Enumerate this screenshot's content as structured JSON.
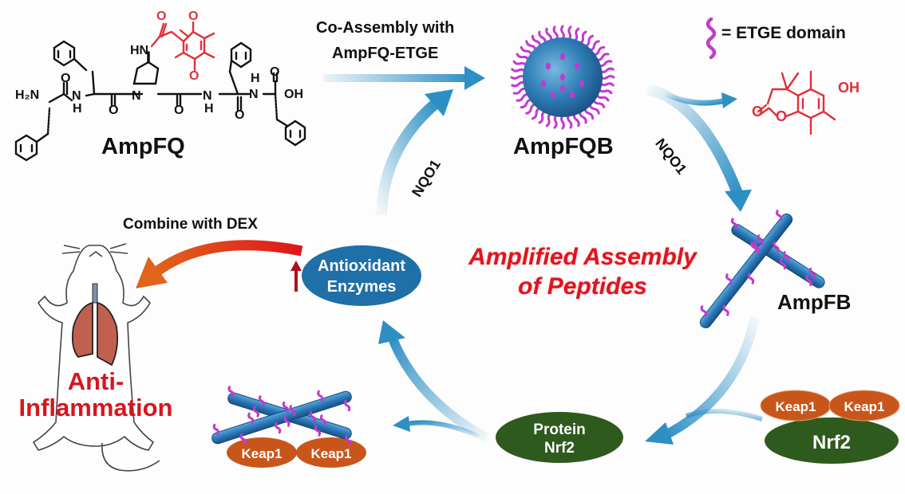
{
  "figure": {
    "title_center": [
      "Amplified Assembly",
      "of Peptides"
    ],
    "molecules": {
      "precursor": {
        "name": "AmpFQ",
        "atom_labels": [
          "H₂N",
          "N",
          "H",
          "O",
          "N",
          "HN",
          "O",
          "N",
          "H",
          "O",
          "N",
          "H",
          "O",
          "OH",
          "O",
          "O",
          "O"
        ]
      },
      "nanoparticle": {
        "name": "AmpFQB"
      },
      "fiber": {
        "name": "AmpFB"
      },
      "released_lactone": {
        "atom_labels": [
          "O",
          "O",
          "OH"
        ]
      }
    },
    "legend": {
      "symbol": "purple-coil",
      "text": "= ETGE domain"
    },
    "arrows": {
      "co_assembly": {
        "label_line1": "Co-Assembly with",
        "label_line2": "AmpFQ-ETGE"
      },
      "enzyme_top_left": {
        "label": "NQO1"
      },
      "enzyme_right": {
        "label": "NQO1"
      },
      "combine": {
        "label": "Combine with DEX"
      }
    },
    "ellipses": {
      "antioxidant": {
        "line1": "Antioxidant",
        "line2": "Enzymes",
        "color": "#1f6fa8"
      },
      "protein_nrf2": {
        "line1": "Protein",
        "line2": "Nrf2",
        "color": "#2f5a1e"
      },
      "complex_nrf2": {
        "label": "Nrf2",
        "color": "#2f5a1e"
      },
      "keap1_labels": [
        "Keap1",
        "Keap1",
        "Keap1",
        "Keap1"
      ],
      "keap1_color": "#c8561a"
    },
    "mouse": {
      "label_line1": "Anti-",
      "label_line2": "Inflammation"
    },
    "colors": {
      "arrow_blue": "#2d8fc4",
      "fiber_blue": "#2a7ab8",
      "etge_purple": "#c23ad0",
      "quinone_red": "#e0303a",
      "combine_arrow": "#e0501a",
      "up_arrow": "#b01020",
      "lung": "#c2604f"
    }
  }
}
